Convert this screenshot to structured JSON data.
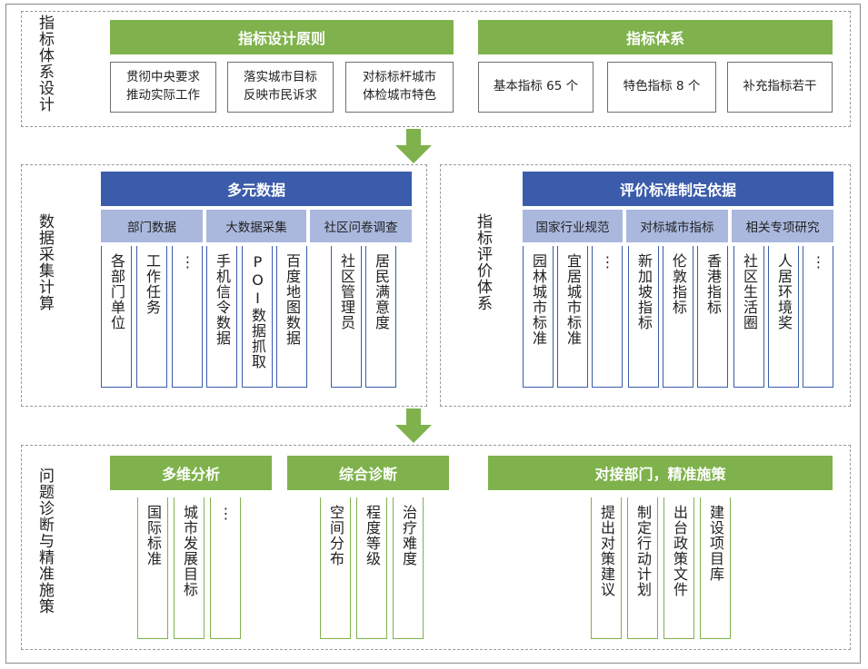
{
  "section1": {
    "title": "指标体系设计",
    "principles_header": "指标设计原则",
    "principles": [
      "贯彻中央要求\n推动实际工作",
      "落实城市目标\n反映市民诉求",
      "对标标杆城市\n体检城市特色"
    ],
    "system_header": "指标体系",
    "system_items": [
      "基本指标 65 个",
      "特色指标 8 个",
      "补充指标若干"
    ]
  },
  "section2": {
    "title": "数据采集计算",
    "header": "多元数据",
    "groups": [
      {
        "label": "部门数据",
        "items": [
          "各部门单位",
          "工作任务",
          "⋮"
        ]
      },
      {
        "label": "大数据采集",
        "items": [
          "手机信令数据",
          "POI数据抓取",
          "百度地图数据"
        ]
      },
      {
        "label": "社区问卷调查",
        "items": [
          "社区管理员",
          "居民满意度"
        ]
      }
    ]
  },
  "section3": {
    "title": "指标评价体系",
    "header": "评价标准制定依据",
    "groups": [
      {
        "label": "国家行业规范",
        "items": [
          "园林城市标准",
          "宜居城市标准",
          "⋮"
        ]
      },
      {
        "label": "对标城市指标",
        "items": [
          "新加坡指标",
          "伦敦指标",
          "香港指标"
        ]
      },
      {
        "label": "相关专项研究",
        "items": [
          "社区生活圈",
          "人居环境奖",
          "⋮"
        ]
      }
    ]
  },
  "section4": {
    "title": "问题诊断与精准施策",
    "groups": [
      {
        "header": "多维分析",
        "items": [
          "国际标准",
          "城市发展目标",
          "⋮"
        ]
      },
      {
        "header": "综合诊断",
        "items": [
          "空间分布",
          "程度等级",
          "治疗难度"
        ]
      },
      {
        "header": "对接部门，精准施策",
        "items": [
          "提出对策建议",
          "制定行动计划",
          "出台政策文件",
          "建设项目库"
        ]
      }
    ]
  },
  "colors": {
    "green": "#7fb24c",
    "blue": "#3b5caa",
    "lightblue": "#aab8de",
    "arrow": "#7fb24c"
  }
}
